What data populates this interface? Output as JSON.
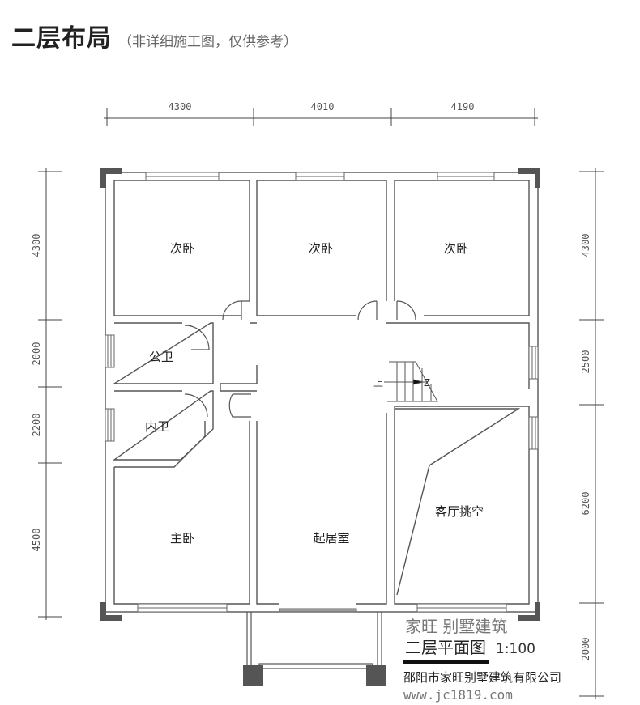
{
  "header": {
    "title": "二层布局",
    "subtitle": "（非详细施工图，仅供参考）"
  },
  "dimensions": {
    "top": [
      "4300",
      "4010",
      "4190"
    ],
    "left": [
      "4300",
      "2000",
      "2200",
      "4500"
    ],
    "right": [
      "4300",
      "2500",
      "6200",
      "2000"
    ]
  },
  "rooms": {
    "bedroom_1": "次卧",
    "bedroom_2": "次卧",
    "bedroom_3": "次卧",
    "public_bath": "公卫",
    "ensuite_bath": "内卫",
    "master_bedroom": "主卧",
    "family_room": "起居室",
    "living_void": "客厅挑空"
  },
  "stairs": {
    "up": "上",
    "down": "Z"
  },
  "caption": {
    "title": "二层平面图",
    "scale": "1:100",
    "company": "邵阳市家旺别墅建筑有限公司"
  },
  "watermark": {
    "line1": "家旺 别墅建筑",
    "line2": "www.jc1819.com"
  }
}
